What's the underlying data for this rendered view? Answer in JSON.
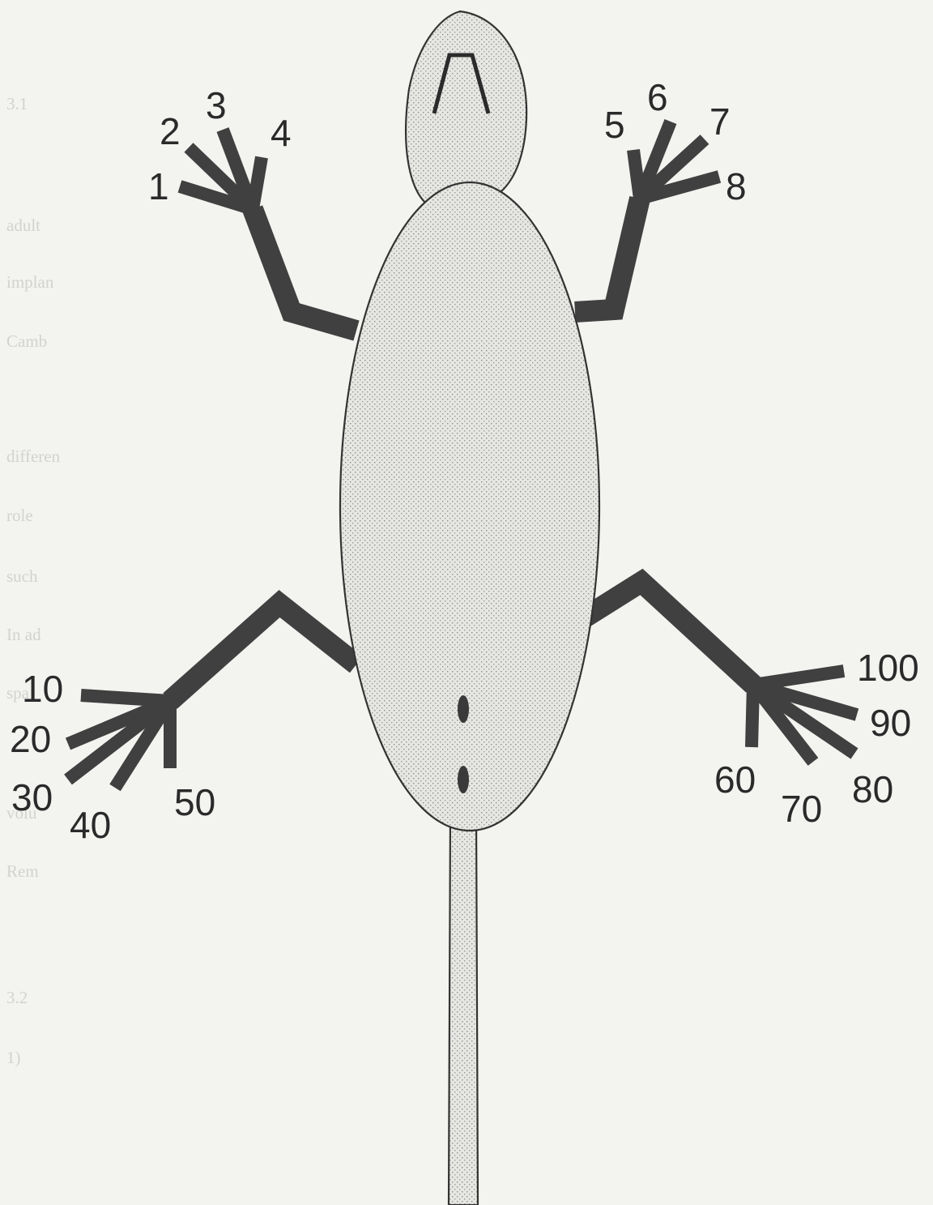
{
  "figure": {
    "forepaw_left_digits": [
      "1",
      "2",
      "3",
      "4"
    ],
    "forepaw_right_digits": [
      "5",
      "6",
      "7",
      "8"
    ],
    "hindpaw_left_digits": [
      "10",
      "20",
      "30",
      "40",
      "50"
    ],
    "hindpaw_right_digits": [
      "60",
      "70",
      "80",
      "90",
      "100"
    ]
  },
  "background_text": {
    "section_1": "3.1",
    "word_adult": "adult",
    "word_implant": "implan",
    "word_cambridge": "Camb",
    "word_differ": "differen",
    "word_role": "role",
    "word_such": "such",
    "word_in": "In ad",
    "word_spec": "spa",
    "word_vol": "volu",
    "word_rep": "Rem",
    "section_2": "3.2",
    "list_1": "1)"
  },
  "colors": {
    "limb": "#404040",
    "body_fill": "#e3e3e1",
    "outline": "#333333",
    "label": "#2a2a2a",
    "paper": "#f3f3f0"
  }
}
